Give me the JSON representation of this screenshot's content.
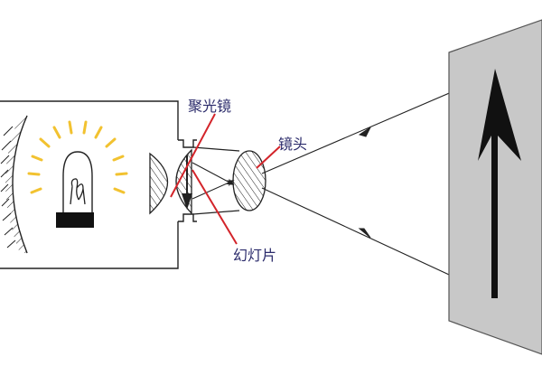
{
  "diagram": {
    "labels": {
      "condenser": "聚光镜",
      "projection_lens": "镜头",
      "slide": "幻灯片"
    },
    "colors": {
      "outline": "#222222",
      "label_text": "#2b2b6b",
      "pointer_line": "#d3242a",
      "bulb_rays": "#f2c230",
      "screen_fill": "#c8c8c8",
      "image_arrow": "#111111",
      "background": "#ffffff"
    },
    "icons": {
      "light_bulb": "bulb-icon",
      "reflector": "reflector-icon",
      "screen": "screen-panel"
    }
  }
}
